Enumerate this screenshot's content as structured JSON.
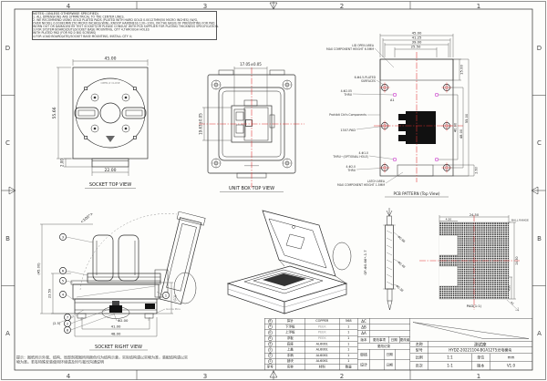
{
  "colors": {
    "centerline_red": "#e03131",
    "hole_magenta": "#cc44cc",
    "line": "#2b2b2b"
  },
  "sheet": {
    "zone_cols": [
      "4",
      "3",
      "2",
      "1"
    ],
    "zone_rows": [
      "D",
      "C",
      "B",
      "A"
    ]
  },
  "notes": {
    "title": "NOTES: (UNLESS OTHERWISE SPECIFIED)",
    "lines": [
      "1. ALL DIMENSIONS ARE SYMMETRICAL TO THE CENTER LINES.",
      "2. WE RECOMMEND USING GOLD PLATED PADS (PLATED WITH HARD GOLD 0.00127MM(50 MICRO INCHES) (W/G,",
      "OVER NICKEL 0.00381MM(150 MICRO INCHES)(W/N), KNOOP HARDNESS 130~200), ON THE BASIS OF PREVENTING FOR PAD",
      "WORN OUT OR DAMAGED BY TEST SOCKET(OR PLEASE CONSULT WITH PCB SUPPLIER FOR PLATING THICKNESS SPECIFICATION.",
      "3.FOR SYSTEM BOARD(DUT)/SOCKET BASE MOUNTING, QTY 4,THROUGH HOLES",
      "WITH PLATED PAD (FOR M2.0 BIG SCREWS)",
      "4.FOR LOAD BOARD(ATE)/SOCKET BASE MOUNTING, INSTALL QTY 4;"
    ]
  },
  "socket_top": {
    "label": "SOCKET TOP VIEW",
    "dim_width": "45.00",
    "dim_height": "55.66",
    "dim_foot": "2.00",
    "dim_slot": "22.00",
    "arc_text": "OPEN ⇄ CLOSE"
  },
  "unit_box": {
    "label": "UNIT BOX  TOP VIEW",
    "dim_width": "17.05±0.05",
    "dim_height": "19.63±0.05"
  },
  "pcb": {
    "label": "PCB PATTERN (Top View)",
    "top_dims": [
      "45.00",
      "41.25",
      "39.00",
      "25.50"
    ],
    "dim_15": "15.00",
    "dim_40": "40.00",
    "dim_48": "48.00",
    "dim_55": "55.00",
    "dim_26": "2.60",
    "a1": "A1",
    "lid1": "LID OPEN AREA",
    "lid2": "MAX COMPONENT HEIGHT 6.5MM",
    "plated1": "6-Φ4.5-PLATED",
    "plated2": "SURFACES",
    "thru_top1": "4-Φ2.05",
    "thru_top2": "THRU",
    "prohibit": "Prohibit Ckt's Components",
    "pad": "1307-PAD",
    "opt1": "4-Φ1.0",
    "opt2": "THRU~(OPTIONAL HOLE)",
    "thru_bot1": "4-Φ2.0",
    "thru_bot2": "THRU",
    "latch1": "LATCH AREA",
    "latch2": "MAX COMPONENT HEIGHT 1.5MM"
  },
  "socket_right": {
    "label": "SOCKET RIGHT VIEW",
    "angle": "<100°>",
    "dim_height": "(45.00)",
    "dim_2359": "23.59",
    "dim_25": "(2.5)",
    "dim_pin": "Φ2.00",
    "dim_41": "41.00",
    "dim_48": "48.00",
    "dim_11": "(11)",
    "guide_pins": "Guide Pins",
    "tag": "L-N",
    "balloons": [
      "3",
      "6",
      "5",
      "4",
      "7",
      "2",
      "8",
      "1"
    ]
  },
  "pin": {
    "part": "GP-Φ0.66*-1.7",
    "c1": "Φ0.66",
    "c2": "Φ0.48",
    "c3": "Φ0.38"
  },
  "ballmap": {
    "label": "PAD(1:1)",
    "dim_top": "24.50",
    "dim_top_left": "4.50",
    "dim_right": "24.50",
    "dim_right_short": "4.50",
    "range": "BALL RANGE",
    "corner": "A1"
  },
  "bom": {
    "header": {
      "no": "序号",
      "name": "名称",
      "material": "材料",
      "qty": "数量"
    },
    "rows": [
      {
        "no": "8",
        "name": "探针",
        "material": "COPPER",
        "qty": "568"
      },
      {
        "no": "7",
        "name": "下浮板",
        "material": "PEEK",
        "qty": "1"
      },
      {
        "no": "6",
        "name": "上浮板",
        "material": "PEEK",
        "qty": "1"
      },
      {
        "no": "5",
        "name": "浮板",
        "material": "PEEK",
        "qty": "1"
      },
      {
        "no": "4",
        "name": "底座",
        "material": "AL6061",
        "qty": "1"
      },
      {
        "no": "3",
        "name": "上盖",
        "material": "AL6061",
        "qty": "1"
      },
      {
        "no": "2",
        "name": "手柄",
        "material": "AL6061",
        "qty": "1"
      },
      {
        "no": "1",
        "name": "锁块",
        "material": "AL6061",
        "qty": "1"
      }
    ]
  },
  "title_block": {
    "rev": [
      "ΔC",
      "ΔB",
      "ΔA"
    ],
    "change_cols": [
      "版本",
      "更改事项",
      "日期",
      "更改者"
    ],
    "change_record": "更改记录",
    "audit": "审核",
    "design": "设计",
    "date": "日期",
    "name_label": "名称",
    "name_value": "测试座",
    "model_label": "型号",
    "model_value": "HYDZ-20221104-BGA1275光电模块",
    "scale_label": "比例",
    "scale_value": "1:1",
    "unit_label": "单位",
    "unit_value": "mm",
    "page_label": "页次",
    "page_value": "1-1",
    "ver_label": "版本",
    "ver_value": "V1.0"
  },
  "footer": {
    "line1": "提示：图纸所示外观、结构、局部剖视图所用颜色均为结构示意，实际结构请以实物为准，装配结构请以实",
    "line2": "物为准。若有特殊安装使用环境请及时与我司沟通说明"
  }
}
